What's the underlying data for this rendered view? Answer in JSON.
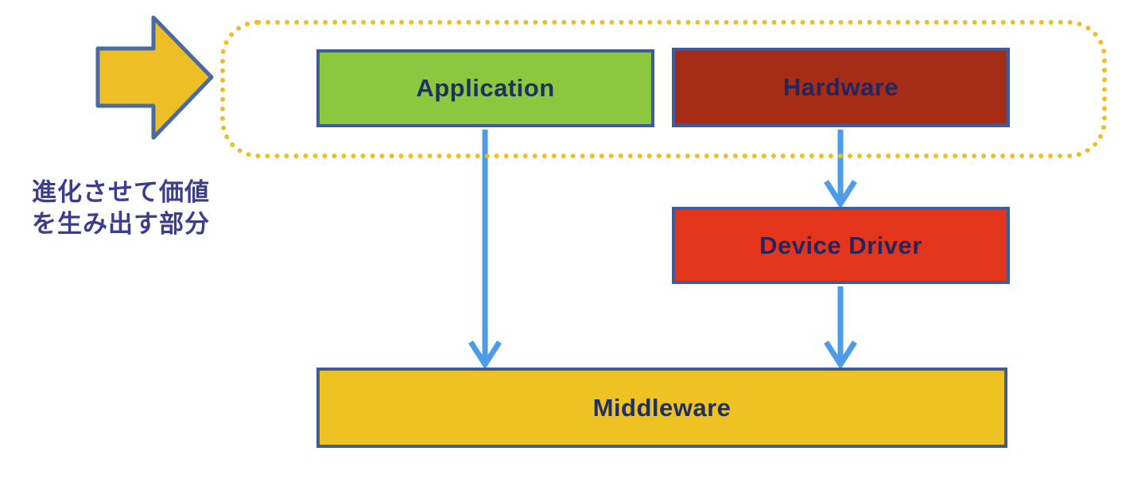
{
  "diagram": {
    "annotation": {
      "line1": "進化させて価値",
      "line2": "を生み出す部分"
    },
    "nodes": {
      "application": {
        "label": "Application",
        "fill": "#8dc63f"
      },
      "hardware": {
        "label": "Hardware",
        "fill": "#a52d15"
      },
      "device_driver": {
        "label": "Device Driver",
        "fill": "#e2351b"
      },
      "middleware": {
        "label": "Middleware",
        "fill": "#eec222"
      }
    },
    "connections": [
      {
        "from": "Application",
        "to": "Middleware"
      },
      {
        "from": "Hardware",
        "to": "Device Driver"
      },
      {
        "from": "Device Driver",
        "to": "Middleware"
      }
    ],
    "colors": {
      "box_border": "#3d5c9b",
      "box_text": "#1f3062",
      "highlight_outline": "#f0bc28",
      "big_arrow_fill": "#edbe26",
      "big_arrow_border": "#4a6aa0",
      "flow_arrow": "#4d9ce8",
      "annotation_text": "#3d3d8f"
    }
  }
}
